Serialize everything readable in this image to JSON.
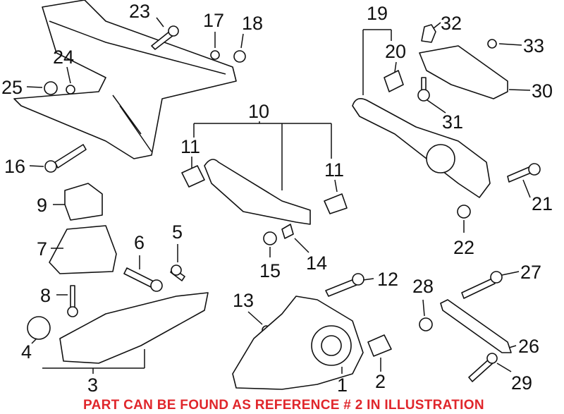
{
  "callouts": [
    "23",
    "17",
    "18",
    "19",
    "32",
    "20",
    "33",
    "24",
    "25",
    "30",
    "31",
    "10",
    "11",
    "11",
    "16",
    "21",
    "9",
    "22",
    "7",
    "6",
    "5",
    "14",
    "15",
    "12",
    "8",
    "13",
    "28",
    "27",
    "26",
    "4",
    "2",
    "3",
    "1",
    "29"
  ],
  "note": "PART CAN BE FOUND AS REFERENCE # 2 IN ILLUSTRATION",
  "note_color": "#e0262b"
}
